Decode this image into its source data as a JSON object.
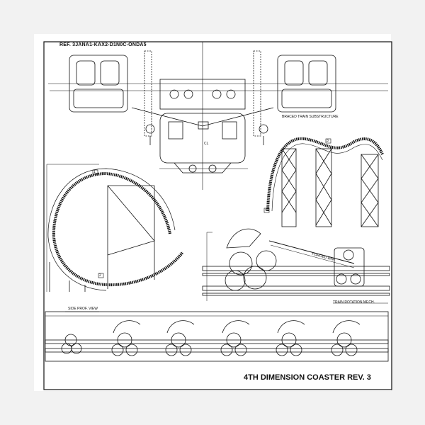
{
  "reference_code": "REF. 3JANA1-KAX2-D1N0C-ONDA5",
  "sheet_title": "4TH DIMENSION COASTER REV. 3",
  "labels": {
    "braced_train": "BRACED TRAIN SUBSTRUCTURE",
    "rotation_mech": "TRAIN ROTATION MECH.",
    "side_prof": "SIDE PROF. VIEW",
    "forged_bar": "FORGED BAR",
    "center_line": "CL"
  },
  "callouts": [
    "1",
    "2",
    "3",
    "4",
    "5"
  ],
  "colors": {
    "ink": "#111111",
    "paper": "#ffffff",
    "matte": "#f2f2f2"
  }
}
